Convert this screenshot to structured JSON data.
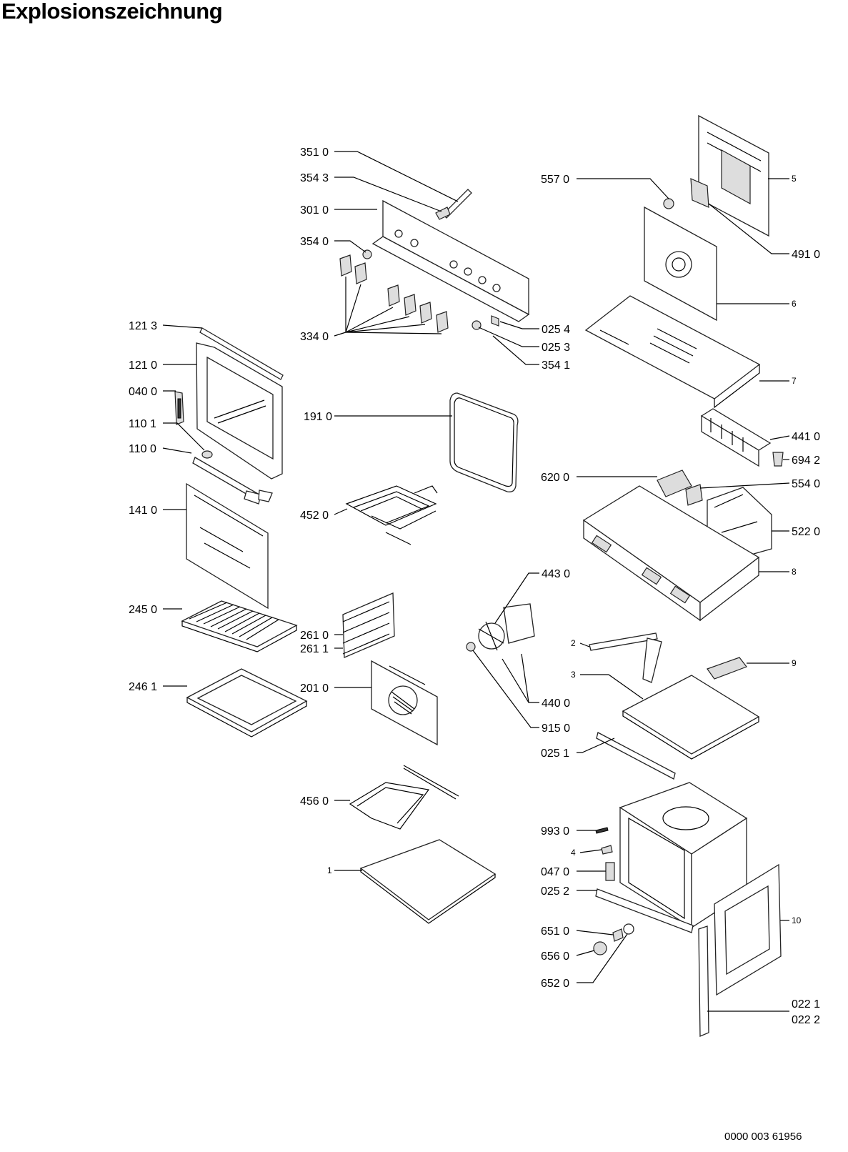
{
  "title": "Explosionszeichnung",
  "document_number": "0000 003 61956",
  "callouts": [
    "351 0",
    "354 3",
    "301 0",
    "354 0",
    "334 0",
    "025 4",
    "025 3",
    "354 1",
    "121 3",
    "121 0",
    "040 0",
    "110 1",
    "110 0",
    "141 0",
    "245 0",
    "246 1",
    "191 0",
    "452 0",
    "261 0",
    "261 1",
    "201 0",
    "456 0",
    "1",
    "557 0",
    "5",
    "491 0",
    "6",
    "7",
    "441 0",
    "694 2",
    "620 0",
    "554 0",
    "522 0",
    "8",
    "443 0",
    "440 0",
    "915 0",
    "2",
    "3",
    "9",
    "025 1",
    "993 0",
    "4",
    "047 0",
    "025 2",
    "651 0",
    "656 0",
    "652 0",
    "10",
    "022 1",
    "022 2"
  ]
}
